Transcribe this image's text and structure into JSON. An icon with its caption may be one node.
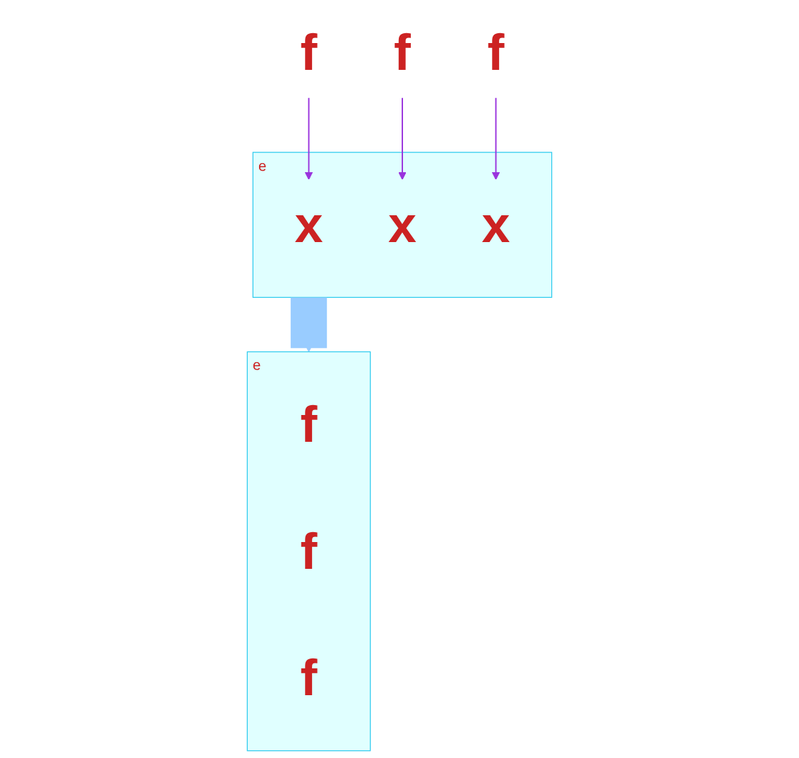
{
  "diagram": {
    "nodes": [
      {
        "text": [
          "f"
        ]
      },
      {
        "text": [
          "f"
        ]
      },
      {
        "text": [
          "f"
        ]
      },
      {
        "text": [
          "e"
        ]
      },
      {
        "text": [
          "x"
        ],
        "in": 3
      },
      {
        "text": [
          "x"
        ],
        "in": 3
      },
      {
        "text": [
          "x"
        ],
        "in": 3
      },
      {
        "text": [
          "e"
        ]
      },
      {
        "text": [
          "f"
        ],
        "in": 7
      },
      {
        "text": [
          "f"
        ],
        "in": 7
      },
      {
        "text": [
          "f"
        ],
        "in": 7
      }
    ],
    "edges": [
      {
        "from": 0,
        "to": 4,
        "arrow": "to"
      },
      {
        "from": 1,
        "to": 5,
        "arrow": "to"
      },
      {
        "from": 2,
        "to": 6,
        "arrow": "to"
      },
      {
        "from": 3,
        "to": 7,
        "arrow": "to",
        "style": "thick",
        "color": "#99ccff"
      }
    ]
  }
}
